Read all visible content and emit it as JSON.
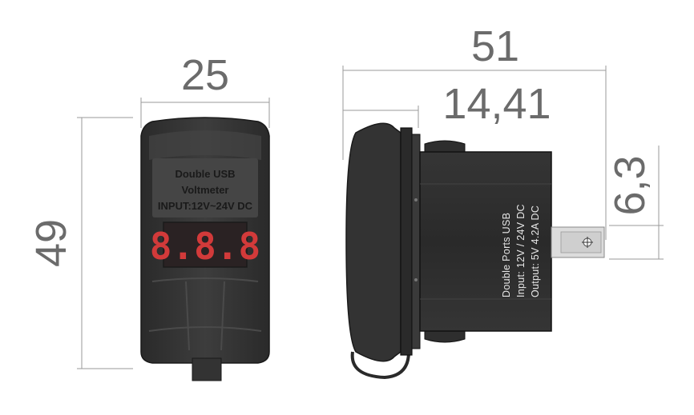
{
  "dimensions": {
    "front_width": "25",
    "front_height": "49",
    "side_length": "51",
    "side_depth": "14,41",
    "terminal_offset": "6,3"
  },
  "front_label": {
    "line1": "Double USB",
    "line2": "Voltmeter",
    "line3": "INPUT:12V~24V DC",
    "display": "8.8.8"
  },
  "side_label": {
    "line1": "Double Ports USB",
    "line2": "Input: 12V / 24V DC",
    "line3": "Output: 5V  4.2A DC"
  },
  "colors": {
    "body": "#3a3a3a",
    "display": "#d23a3a",
    "dimension": "#6b6b6b"
  }
}
